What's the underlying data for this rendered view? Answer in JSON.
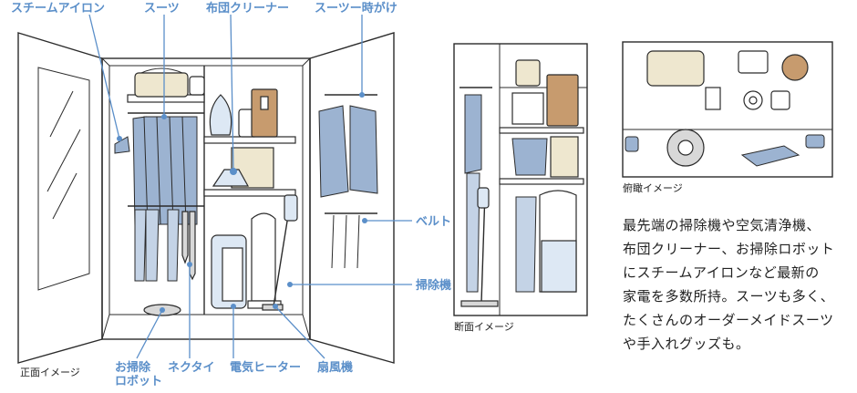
{
  "colors": {
    "accent": "#5b8fc9",
    "line": "#2b2b2b",
    "suit": "#9cb3d1",
    "box_tan": "#c79b6e",
    "box_cream": "#eee7cf"
  },
  "labels": {
    "steam_iron": "スチームアイロン",
    "suits": "スーツ",
    "futon_cleaner": "布団クリーナー",
    "suit_hanger": "スーツー時がけ",
    "belt": "ベルト",
    "vacuum": "掃除機",
    "robot_line1": "お掃除",
    "robot_line2": "ロボット",
    "necktie": "ネクタイ",
    "heater": "電気ヒーター",
    "fan": "扇風機"
  },
  "captions": {
    "front": "正面イメージ",
    "section": "断面イメージ",
    "overhead": "俯瞰イメージ"
  },
  "description": {
    "lines": [
      "最先端の掃除機や空気清浄機、",
      "布団クリーナー、お掃除ロボット",
      "にスチームアイロンなど最新の",
      "家電を多数所持。スーツも多く、",
      "たくさんのオーダーメイドスーツ",
      "や手入れグッズも。"
    ]
  }
}
